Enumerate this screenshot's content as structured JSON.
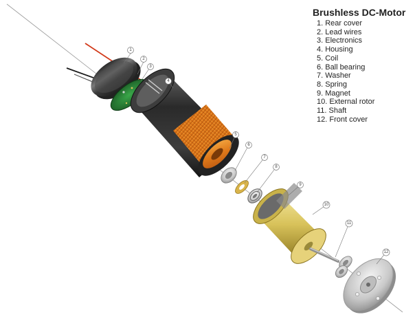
{
  "title": "Brushless DC-Motor",
  "parts": [
    "1. Rear cover",
    "2. Lead wires",
    "3. Electronics",
    "4. Housing",
    "5. Coil",
    "6. Ball bearing",
    "7. Washer",
    "8. Spring",
    "9. Magnet",
    "10. External rotor",
    "11. Shaft",
    "12. Front cover"
  ],
  "callouts": [
    "1",
    "2",
    "3",
    "4",
    "5",
    "6",
    "7",
    "8",
    "9",
    "10",
    "11",
    "12"
  ]
}
